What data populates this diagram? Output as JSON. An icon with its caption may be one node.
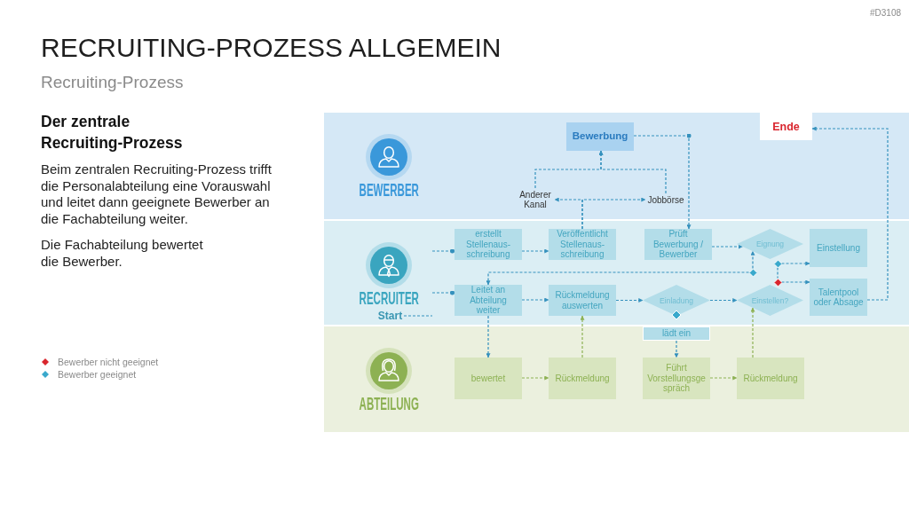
{
  "diagram": {
    "title": "RECRUITING-PROZESS ALLGEMEIN",
    "nodes": [
      {
        "text": [
          "BEWERBER"
        ]
      },
      {
        "text": [
          "Bewerbung"
        ],
        "in": 0
      },
      {
        "text": [
          "Ende"
        ],
        "in": 0
      },
      {
        "text": [
          "Anderer Kanal"
        ],
        "in": 0
      },
      {
        "text": [
          "Jobbörse"
        ],
        "in": 0
      },
      {
        "text": [
          "RECRUITER"
        ]
      },
      {
        "text": [
          "Start"
        ],
        "in": 5
      },
      {
        "text": [
          "erstellt Stellenaus- schreibung"
        ],
        "in": 5
      },
      {
        "text": [
          "Veröffentlicht Stellenaus- schreibung"
        ],
        "in": 5
      },
      {
        "text": [
          "Prüft Bewerbung / Bewerber"
        ],
        "in": 5
      },
      {
        "text": [
          "Eignung"
        ],
        "in": 5
      },
      {
        "text": [
          "Einstellung"
        ],
        "in": 5
      },
      {
        "text": [],
        "shape": "diamond",
        "in": 5
      },
      {
        "text": [],
        "shape": "diamond",
        "in": 5
      },
      {
        "text": [],
        "shape": "diamond",
        "in": 5
      },
      {
        "text": [
          "Leitet an Abteilung weiter"
        ],
        "in": 5
      },
      {
        "text": [
          "Rückmeldung auswerten"
        ],
        "in": 5
      },
      {
        "text": [
          "Einladung"
        ],
        "in": 5
      },
      {
        "text": [
          "Einstellen?"
        ],
        "in": 5
      },
      {
        "text": [
          "Talentpool oder Absage"
        ],
        "in": 5
      },
      {
        "text": [],
        "shape": "diamond",
        "in": 5
      },
      {
        "text": [
          "ABTEILUNG"
        ]
      },
      {
        "text": [
          "lädt ein"
        ],
        "in": 21
      },
      {
        "text": [
          "bewertet"
        ],
        "in": 21
      },
      {
        "text": [
          "Rückmeldung"
        ],
        "in": 21
      },
      {
        "text": [
          "Führt Vorstellungsge spräch"
        ],
        "in": 21
      },
      {
        "text": [
          "Rückmeldung"
        ],
        "in": 21
      }
    ],
    "edges": [
      {
        "from": 3,
        "to": 1,
        "arrow": "to"
      },
      {
        "from": 4,
        "to": 1,
        "arrow": "to"
      },
      {
        "from": 1,
        "to": 9,
        "arrow": "to"
      },
      {
        "from": 8,
        "to": 3,
        "arrow": "to"
      },
      {
        "from": 8,
        "to": 4,
        "arrow": "to"
      },
      {
        "from": 6,
        "to": null,
        "arrow": "none"
      },
      {
        "from": null,
        "to": 7,
        "arrow": "other"
      },
      {
        "from": null,
        "to": 15,
        "arrow": "other"
      },
      {
        "from": 7,
        "to": 8,
        "arrow": "to"
      },
      {
        "from": 9,
        "to": 10,
        "arrow": "to"
      },
      {
        "from": 12,
        "to": 11,
        "arrow": "to"
      },
      {
        "from": 12,
        "to": 14,
        "arrow": "none"
      },
      {
        "from": 14,
        "to": 19,
        "arrow": "to"
      },
      {
        "from": 13,
        "to": 10,
        "arrow": "to"
      },
      {
        "from": 13,
        "to": 15,
        "arrow": "to"
      },
      {
        "from": 15,
        "to": 16,
        "arrow": "to"
      },
      {
        "from": 16,
        "to": 17,
        "arrow": "to"
      },
      {
        "from": 17,
        "to": 18,
        "arrow": "to"
      },
      {
        "from": 19,
        "to": 2,
        "arrow": "to"
      },
      {
        "from": 15,
        "to": 23,
        "arrow": "to"
      },
      {
        "from": 22,
        "to": 25,
        "arrow": "to"
      },
      {
        "from": 23,
        "to": 24,
        "arrow": "to",
        "color": "#8db153"
      },
      {
        "from": 24,
        "to": 16,
        "arrow": "to",
        "color": "#8db153"
      },
      {
        "from": 25,
        "to": 26,
        "arrow": "to",
        "color": "#8db153"
      },
      {
        "from": 26,
        "to": 18,
        "arrow": "to",
        "color": "#8db153"
      }
    ],
    "labels": [
      "#D3108",
      "Recruiting-Prozess",
      "Der zentrale Recruiting-Prozess",
      "Beim zentralen Recruiting-Prozess trifft die Personalabteilung eine Vorauswahl und leitet dann geeignete Bewerber an die Fachabteilung weiter.",
      "Die Fachabteilung bewertet die Bewerber."
    ],
    "legend": [
      {
        "text": "Bewerber nicht geeignet",
        "color": "#d9262e"
      },
      {
        "text": "Bewerber geeignet",
        "color": "#3aa9cc"
      }
    ]
  }
}
